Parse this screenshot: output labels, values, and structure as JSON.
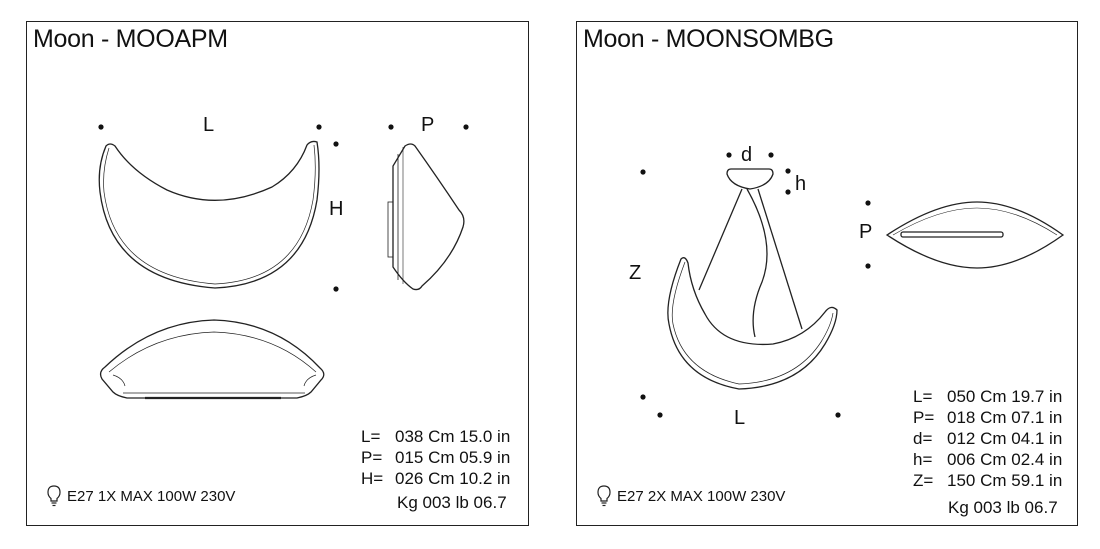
{
  "products": [
    {
      "title": "Moon - MOOAPM",
      "dimension_labels": {
        "L": "L",
        "P": "P",
        "H": "H"
      },
      "specs": [
        {
          "key": "L=",
          "value": "038 Cm 15.0 in"
        },
        {
          "key": "P=",
          "value": "015 Cm 05.9 in"
        },
        {
          "key": "H=",
          "value": "026 Cm 10.2 in"
        }
      ],
      "weight": "Kg 003 lb 06.7",
      "bulb": "E27 1X MAX 100W 230V",
      "bulb_icon": "lightbulb-icon"
    },
    {
      "title": "Moon - MOONSOMBG",
      "dimension_labels": {
        "d": "d",
        "h": "h",
        "P": "P",
        "Z": "Z",
        "L": "L"
      },
      "specs": [
        {
          "key": "L=",
          "value": "050 Cm 19.7 in"
        },
        {
          "key": "P=",
          "value": "018 Cm 07.1 in"
        },
        {
          "key": "d=",
          "value": "012 Cm 04.1 in"
        },
        {
          "key": "h=",
          "value": "006 Cm 02.4 in"
        },
        {
          "key": "Z=",
          "value": "150 Cm 59.1 in"
        }
      ],
      "weight": "Kg 003 lb 06.7",
      "bulb": "E27 2X MAX 100W 230V",
      "bulb_icon": "lightbulb-icon"
    }
  ]
}
